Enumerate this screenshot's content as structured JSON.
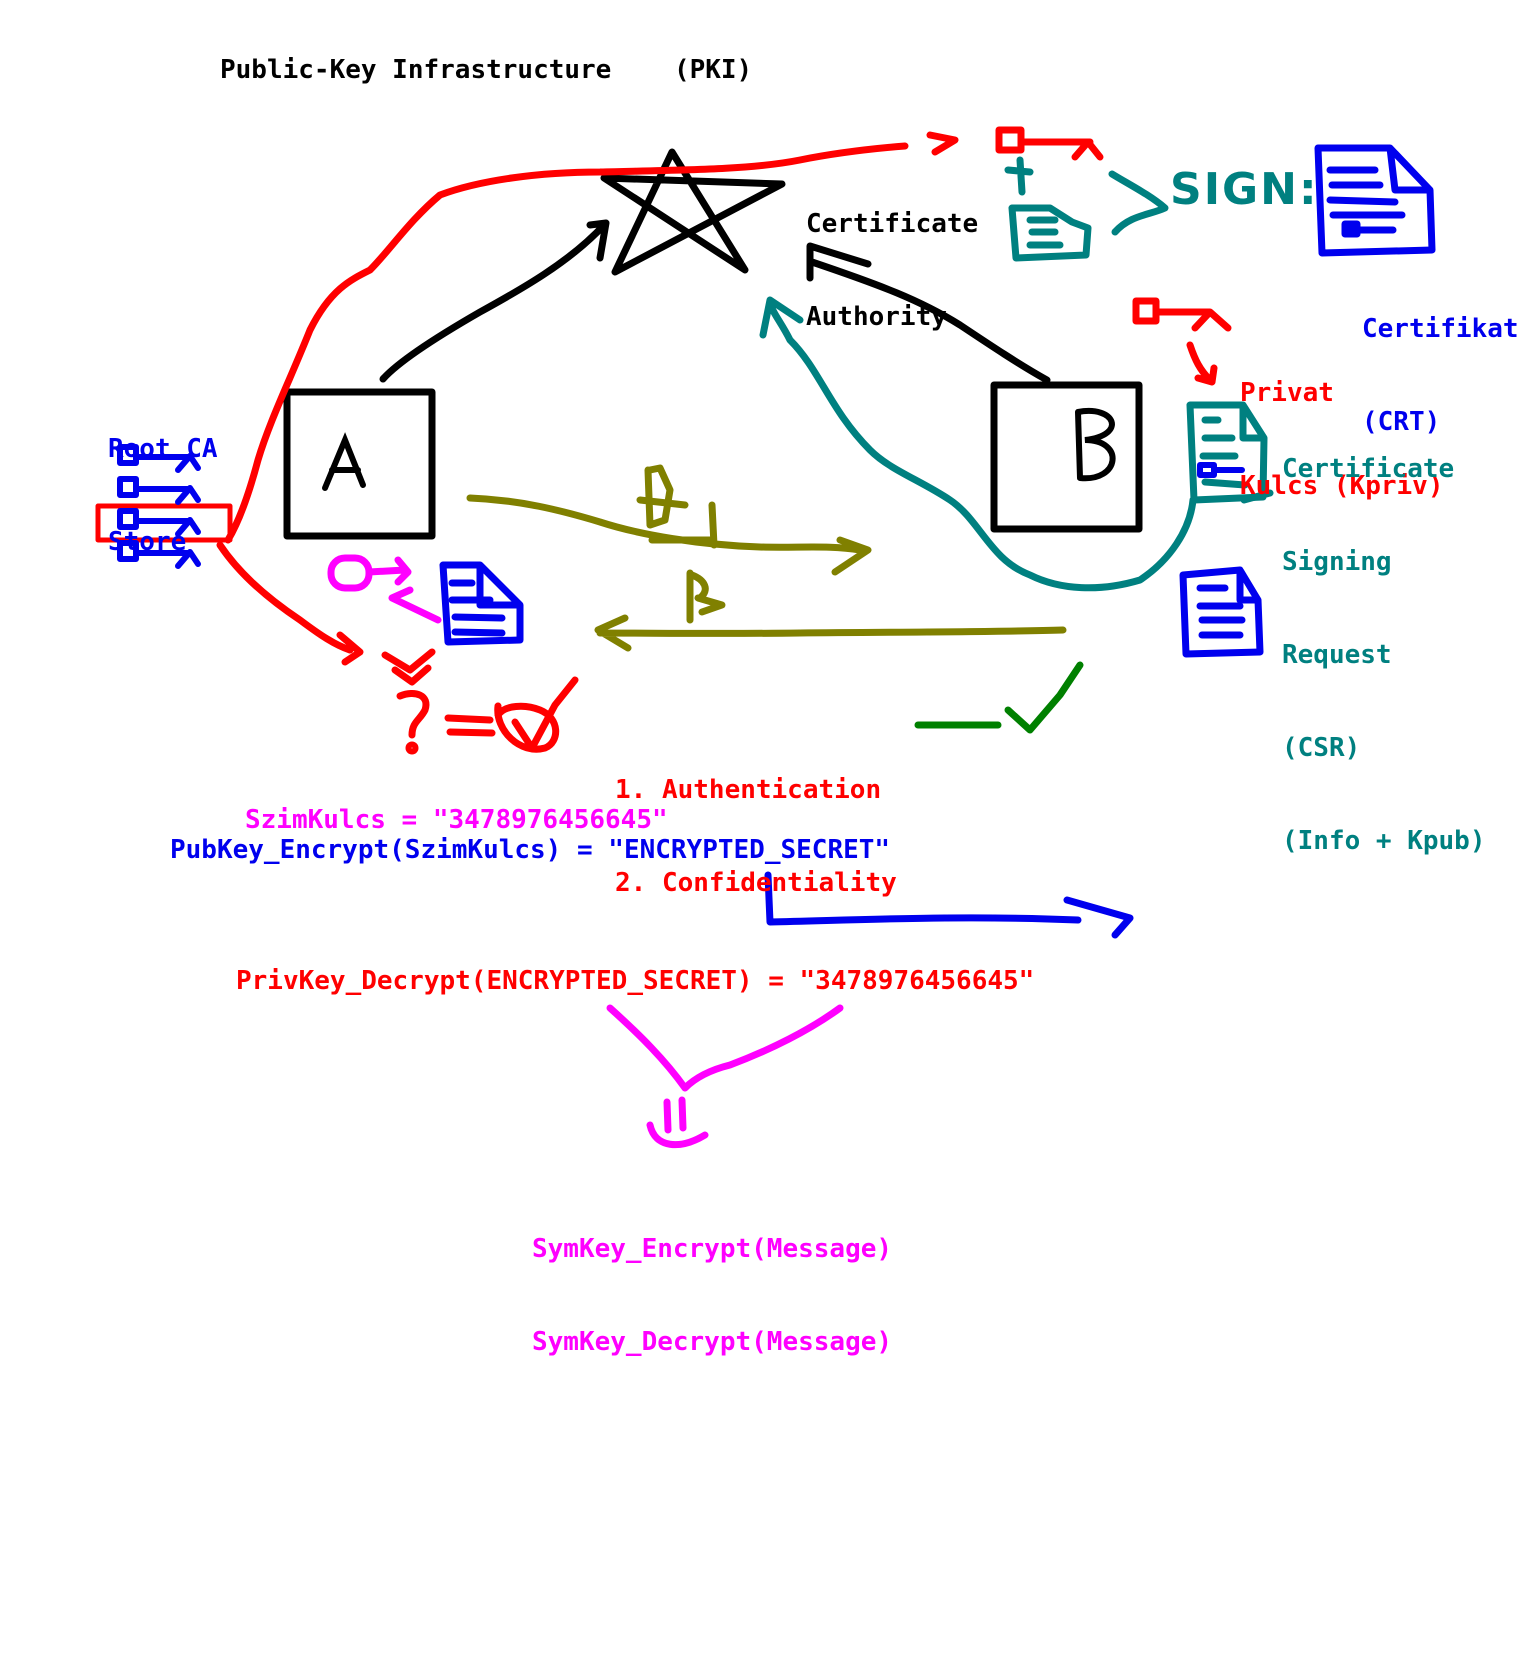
{
  "title": "Public-Key Infrastructure    (PKI)",
  "ca_label": [
    "Certificate",
    "Authority"
  ],
  "sign_label": "SIGN:",
  "certifikat_label": [
    "Certifikat",
    "(CRT)"
  ],
  "private_key_label": [
    "Privat",
    "Kulcs (Kpriv)"
  ],
  "csr_label": [
    "Certificate",
    "Signing",
    "Request",
    "(CSR)",
    "(Info + Kpub)"
  ],
  "root_ca_store_label": [
    "Root CA",
    "Store"
  ],
  "node_a_label": "A",
  "node_b_label": "B",
  "goals": [
    "1. Authentication",
    "2. Confidentiality"
  ],
  "sym_key_line": "SzimKulcs = \"3478976456645\"",
  "pub_encrypt_line": "PubKey_Encrypt(SzimKulcs) = \"ENCRYPTED_SECRET\"",
  "priv_decrypt_line": "PrivKey_Decrypt(ENCRYPTED_SECRET) = \"3478976456645\"",
  "sym_ops": [
    "SymKey_Encrypt(Message)",
    "SymKey_Decrypt(Message)"
  ],
  "colors": {
    "black": "#000000",
    "red": "#ff0000",
    "blue": "#0000ee",
    "teal": "#008080",
    "olive": "#808000",
    "magenta": "#ff00ff",
    "green": "#008000"
  }
}
